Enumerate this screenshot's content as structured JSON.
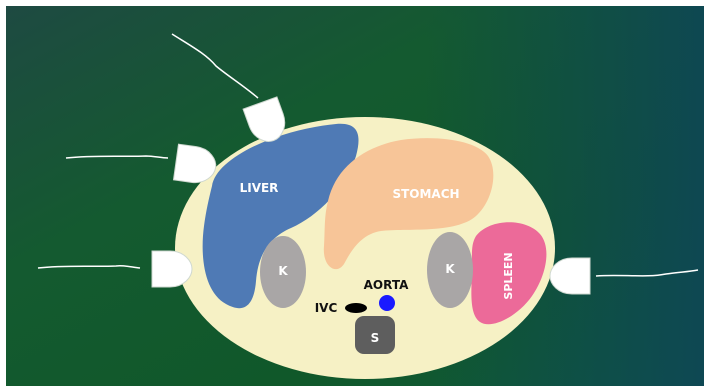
{
  "labels": {
    "liver": "LIVER",
    "stomach": "STOMACH",
    "spleen": "SPLEEN",
    "kidney_left": "K",
    "kidney_right": "K",
    "aorta": "AORTA",
    "ivc": "IVC",
    "spine": "S"
  },
  "colors": {
    "background_top_left": "#1d4a40",
    "background_bottom": "#0f5a26",
    "background_right": "#0e4656",
    "abdomen": "#f6f1c5",
    "liver": "#4f7ab5",
    "stomach": "#f7c598",
    "spleen": "#ec6a99",
    "kidney": "#a9a6a6",
    "spine": "#5e5e5e",
    "aorta": "#1a1aff",
    "ivc": "#000000",
    "probe": "#ffffff"
  }
}
